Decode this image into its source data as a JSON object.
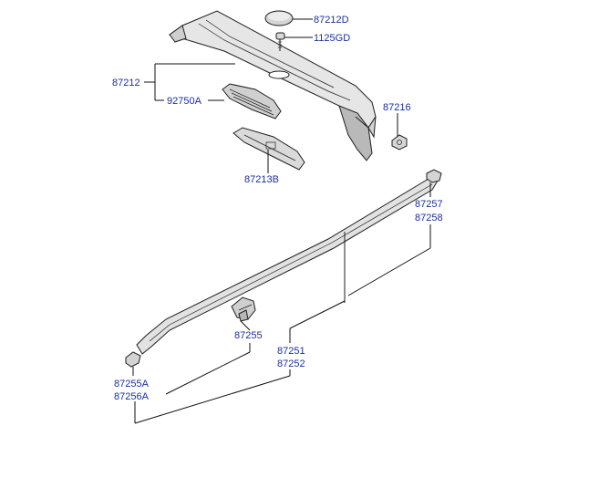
{
  "parts": [
    {
      "id": "p87212D",
      "label": "87212D"
    },
    {
      "id": "p1125GD",
      "label": "1125GD"
    },
    {
      "id": "p87212",
      "label": "87212"
    },
    {
      "id": "p92750A",
      "label": "92750A"
    },
    {
      "id": "p87216",
      "label": "87216"
    },
    {
      "id": "p87213B",
      "label": "87213B"
    },
    {
      "id": "p87257",
      "label": "87257"
    },
    {
      "id": "p87258",
      "label": "87258"
    },
    {
      "id": "p87255",
      "label": "87255"
    },
    {
      "id": "p87251",
      "label": "87251"
    },
    {
      "id": "p87252",
      "label": "87252"
    },
    {
      "id": "p87255A",
      "label": "87255A"
    },
    {
      "id": "p87256A",
      "label": "87256A"
    }
  ],
  "colors": {
    "label": "#1a2f9c",
    "line": "#111111",
    "part_fill": "#e4e4e4",
    "part_shadow": "#b5b5b5"
  }
}
